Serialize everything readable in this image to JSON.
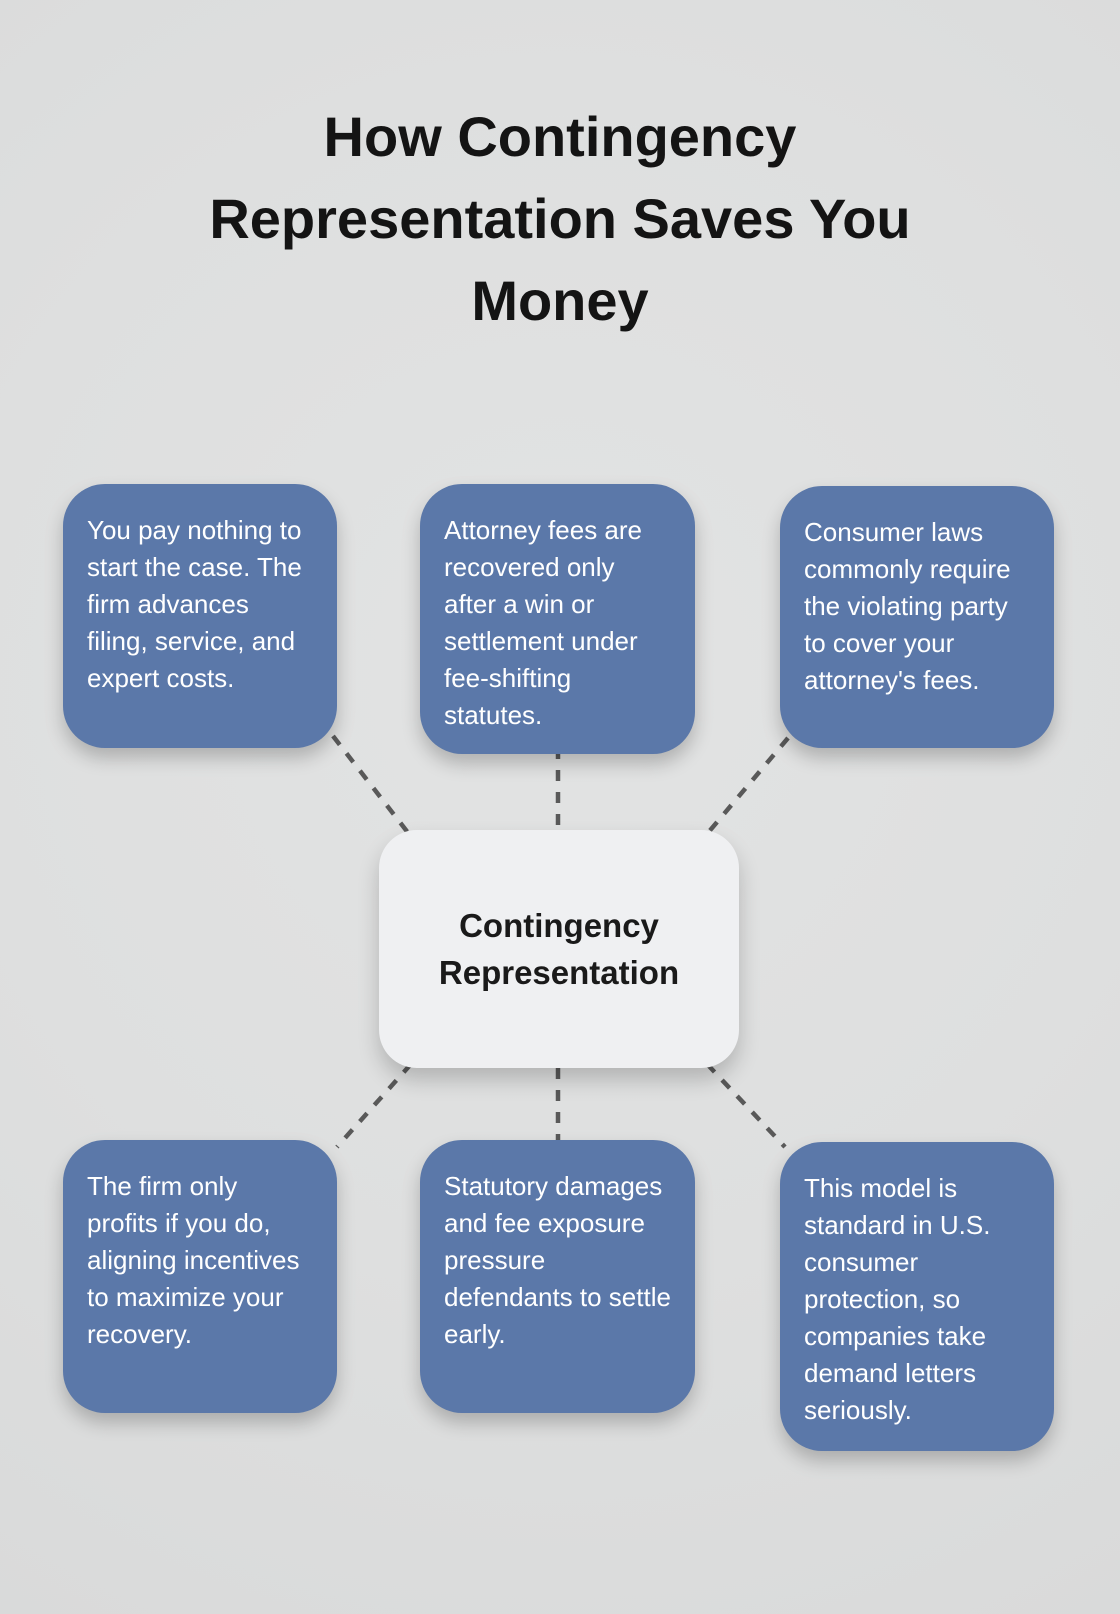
{
  "title": "How Contingency Representation Saves You Money",
  "center": {
    "label": "Contingency Representation"
  },
  "boxes": [
    {
      "position": "top-left",
      "text": "You pay nothing to start the case. The firm advances filing, service, and expert costs."
    },
    {
      "position": "top-center",
      "text": "Attorney fees are recovered only after a win or settlement under fee-shifting statutes."
    },
    {
      "position": "top-right",
      "text": "Consumer laws commonly require the violating party to cover your attorney's fees."
    },
    {
      "position": "bottom-left",
      "text": "The firm only profits if you do, aligning incentives to maximize your recovery."
    },
    {
      "position": "bottom-center",
      "text": "Statutory damages and fee exposure pressure defendants to settle early."
    },
    {
      "position": "bottom-right",
      "text": "This model is standard in U.S. consumer protection, so companies take demand letters seriously."
    }
  ],
  "colors": {
    "background": "#dedfdf",
    "box_background": "#5b78a9",
    "box_text": "#ffffff",
    "central_node_background": "#eff0f2",
    "central_node_text": "#1a1a1a",
    "connector": "#595959",
    "title": "#141414"
  }
}
